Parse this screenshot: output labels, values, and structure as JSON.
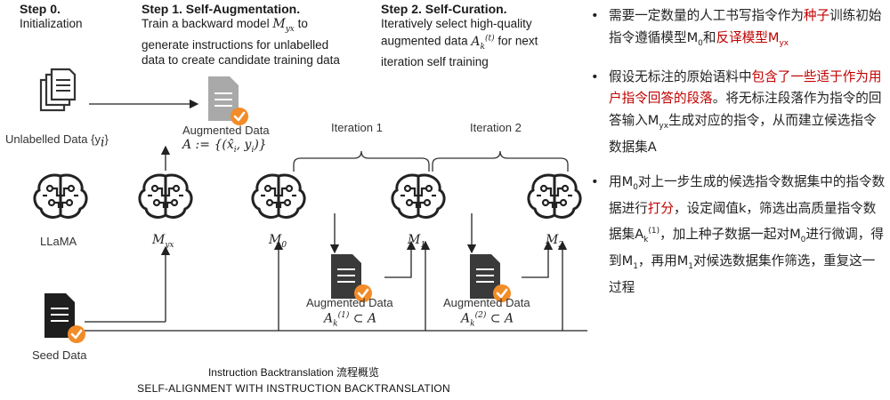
{
  "steps": {
    "step0": {
      "title": "Step 0.",
      "body": "Initialization"
    },
    "step1": {
      "title": "Step 1. Self-Augmentation.",
      "line1": "Train a backward model",
      "model": "M",
      "model_sub": "yx",
      "line1_end": "to",
      "line2": "generate instructions for unlabelled",
      "line3": "data to create candidate training data"
    },
    "step2": {
      "title": "Step 2. Self-Curation.",
      "line1": "Iteratively select high-quality",
      "line2a": "augmented data",
      "line2b": "for next",
      "line3": "iteration self training"
    }
  },
  "diagram": {
    "unlabelled": "Unlabelled Data {y",
    "unlabelled_sub": "i",
    "unlabelled_end": "}",
    "llama": "LLaMA",
    "myx": "M",
    "myx_sub": "yx",
    "m0": "M",
    "m0_sub": "0",
    "m1": "M",
    "m1_sub": "1",
    "m2": "M",
    "m2_sub": "2",
    "aug_label": "Augmented Data",
    "aug_formula": "A := {(x̂",
    "aug_formula_sub": "i",
    "aug_formula_mid": ", y",
    "aug_formula_end": ")}",
    "iter1": "Iteration 1",
    "iter2": "Iteration 2",
    "aug1_label": "Augmented Data",
    "aug2_label": "Augmented Data",
    "ak1_sup": "(1)",
    "ak2_sup": "(2)",
    "subset": "⊂ A",
    "seed": "Seed Data"
  },
  "captions": {
    "line1": "Instruction Backtranslation 流程概览",
    "line2": "SELF-ALIGNMENT WITH INSTRUCTION BACKTRANSLATION"
  },
  "bullets": {
    "b1_a": "需要一定数量的人工书写指令作为",
    "b1_red1": "种子",
    "b1_b": "训练初始指令遵循模型M",
    "b1_sub1": "0",
    "b1_c": "和",
    "b1_red2": "反译模型M",
    "b1_sub2": "yx",
    "b2_a": "假设无标注的原始语料中",
    "b2_red": "包含了一些适于作为用户指令回答的段落",
    "b2_b": "。将无标注段落作为指令的回答输入M",
    "b2_sub": "yx",
    "b2_c": "生成对应的指令，从而建立候选指令数据集A",
    "b3_a": "用M",
    "b3_sub0": "0",
    "b3_b": "对上一步生成的候选指令数据集中的指令数据进行",
    "b3_red": "打分",
    "b3_c": "，设定阈值k，筛选出高质量指令数据集A",
    "b3_subk": "k",
    "b3_sup": "(1)",
    "b3_d": "，加上种子数据一起对M",
    "b3_sub0b": "0",
    "b3_e": "进行微调，得到M",
    "b3_sub1": "1",
    "b3_f": "，再用M",
    "b3_sub1b": "1",
    "b3_g": "对候选数据集作筛选，重复这一过程"
  },
  "colors": {
    "accent_red": "#c00000",
    "check_orange": "#f28c28",
    "doc_dark": "#3a3a3a",
    "doc_gray": "#a9a9a9"
  },
  "icons": [
    "documents-icon",
    "brain-circuit-icon",
    "document-icon",
    "check-badge-icon"
  ]
}
